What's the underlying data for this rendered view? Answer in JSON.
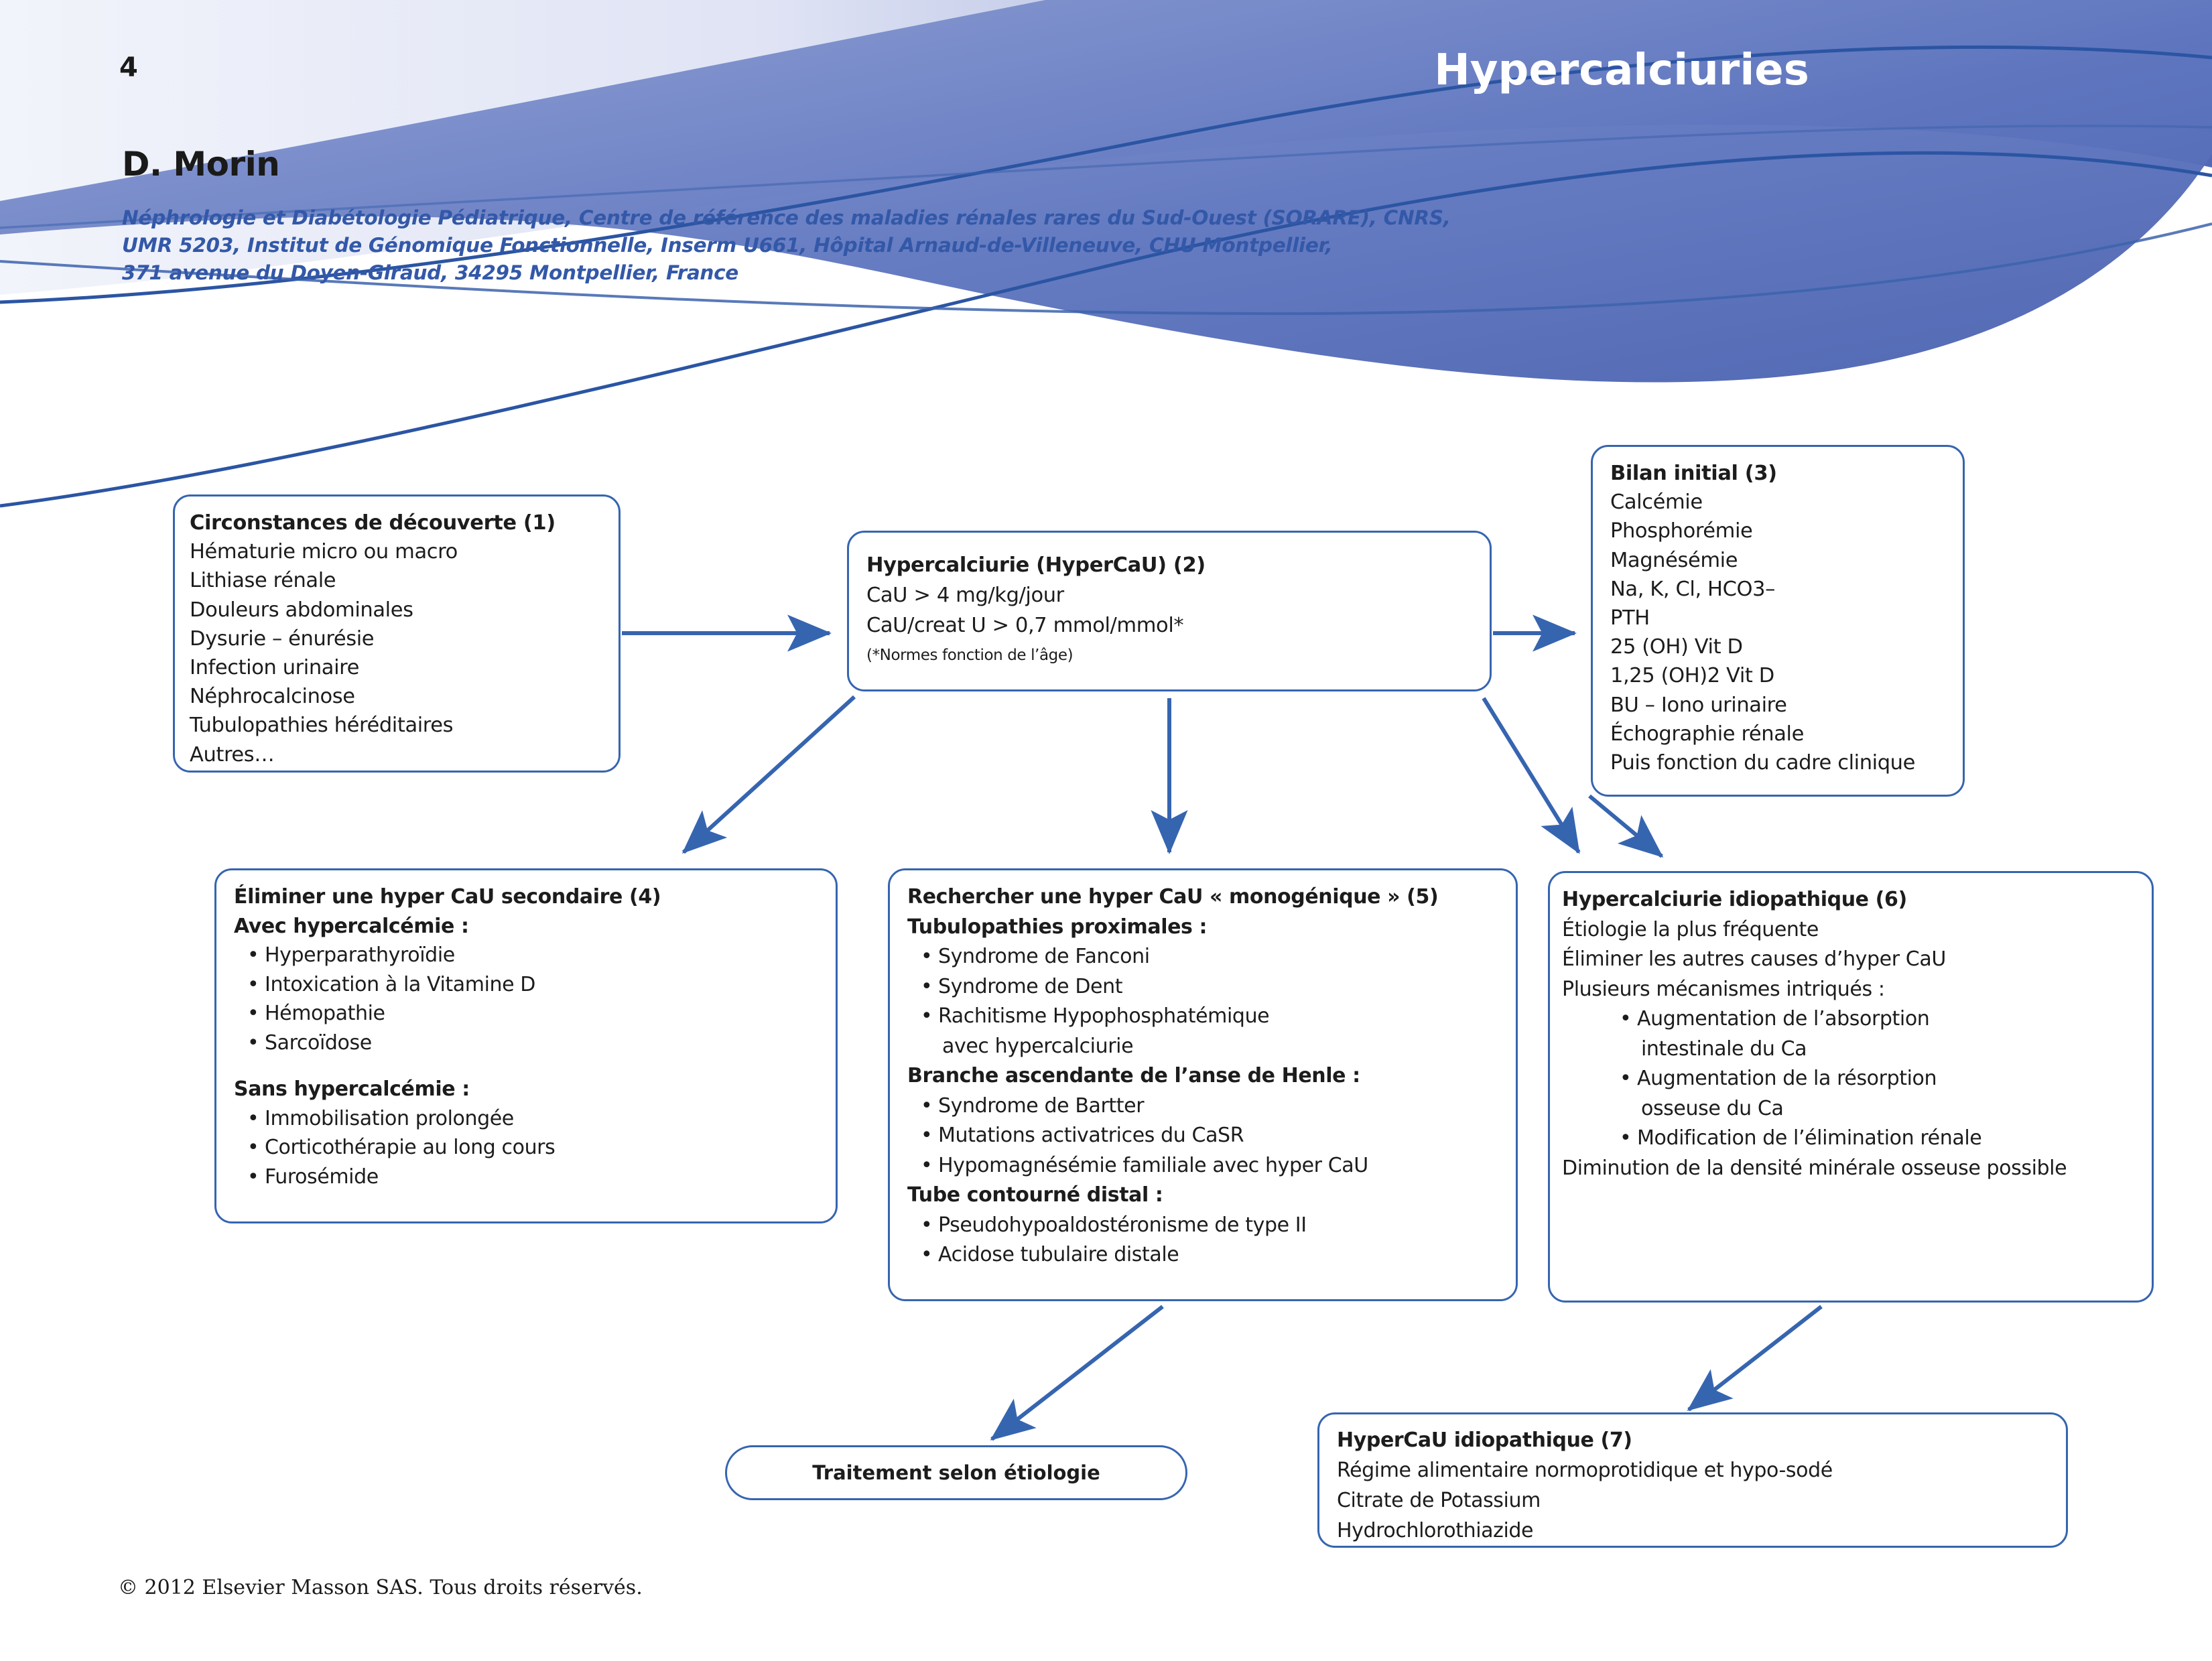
{
  "page": {
    "number": "4",
    "copyright": "© 2012 Elsevier Masson SAS. Tous droits réservés."
  },
  "header": {
    "title": "Hypercalciuries",
    "author": "D. Morin",
    "affiliation": [
      "Néphrologie et Diabétologie Pédiatrique, Centre de référence des maladies rénales rares du Sud-Ouest (SORARE), CNRS,",
      "UMR 5203, Institut de Génomique Fonctionnelle, Inserm U661, Hôpital Arnaud-de-Villeneuve, CHU Montpellier,",
      "371 avenue du Doyen-Giraud, 34295 Montpellier, France"
    ]
  },
  "colors": {
    "brand_blue": "#3665b0",
    "header_blue": "#5b72bb",
    "affiliation_blue": "#3358a8",
    "arrow_blue": "#3665b0"
  },
  "flowchart": {
    "box1": {
      "title": "Circonstances de découverte (1)",
      "items": [
        "Hématurie micro ou macro",
        "Lithiase rénale",
        "Douleurs abdominales",
        "Dysurie – énurésie",
        "Infection urinaire",
        "Néphrocalcinose",
        "Tubulopathies héréditaires",
        "Autres…"
      ]
    },
    "box2": {
      "title": "Hypercalciurie (HyperCaU) (2)",
      "items": [
        "CaU > 4 mg/kg/jour",
        "CaU/creat U > 0,7 mmol/mmol*"
      ],
      "note": "(*Normes fonction de l’âge)"
    },
    "box3": {
      "title": "Bilan initial (3)",
      "items": [
        "Calcémie",
        "Phosphorémie",
        "Magnésémie",
        "Na, K, Cl, HCO3–",
        "PTH",
        "25 (OH) Vit D",
        "1,25 (OH)2 Vit D",
        "BU – Iono urinaire",
        "Échographie rénale",
        "Puis fonction du cadre clinique"
      ]
    },
    "box4": {
      "title": "Éliminer une hyper CaU secondaire (4)",
      "sub1": "Avec hypercalcémie :",
      "list1": [
        "Hyperparathyroïdie",
        "Intoxication à la Vitamine D",
        "Hémopathie",
        "Sarcoïdose"
      ],
      "sub2": "Sans hypercalcémie :",
      "list2": [
        "Immobilisation prolongée",
        "Corticothérapie au long cours",
        "Furosémide"
      ]
    },
    "box5": {
      "title": "Rechercher une hyper CaU « monogénique » (5)",
      "sub1": "Tubulopathies proximales :",
      "list1": [
        "Syndrome de Fanconi",
        "Syndrome de Dent",
        "Rachitisme Hypophosphatémique"
      ],
      "list1_cont": "avec hypercalciurie",
      "sub2": "Branche ascendante de l’anse de Henle :",
      "list2": [
        "Syndrome de Bartter",
        "Mutations activatrices du CaSR",
        "Hypomagnésémie familiale avec hyper CaU"
      ],
      "sub3": "Tube contourné distal :",
      "list3": [
        "Pseudohypoaldostéronisme de type II",
        "Acidose tubulaire distale"
      ]
    },
    "box6": {
      "title": "Hypercalciurie idiopathique (6)",
      "lines": [
        "Étiologie la plus fréquente",
        "Éliminer les autres causes d’hyper CaU",
        "Plusieurs mécanismes intriqués :"
      ],
      "mechanisms": [
        "Augmentation de l’absorption",
        "intestinale du Ca",
        "Augmentation de la résorption",
        "osseuse du Ca",
        "Modification de l’élimination rénale"
      ],
      "footer": "Diminution de la densité minérale osseuse possible"
    },
    "box7": {
      "title": "HyperCaU idiopathique (7)",
      "items": [
        "Régime alimentaire normoprotidique et hypo-sodé",
        "Citrate de Potassium",
        "Hydrochlorothiazide"
      ]
    },
    "treatment": {
      "label": "Traitement selon étiologie"
    }
  }
}
